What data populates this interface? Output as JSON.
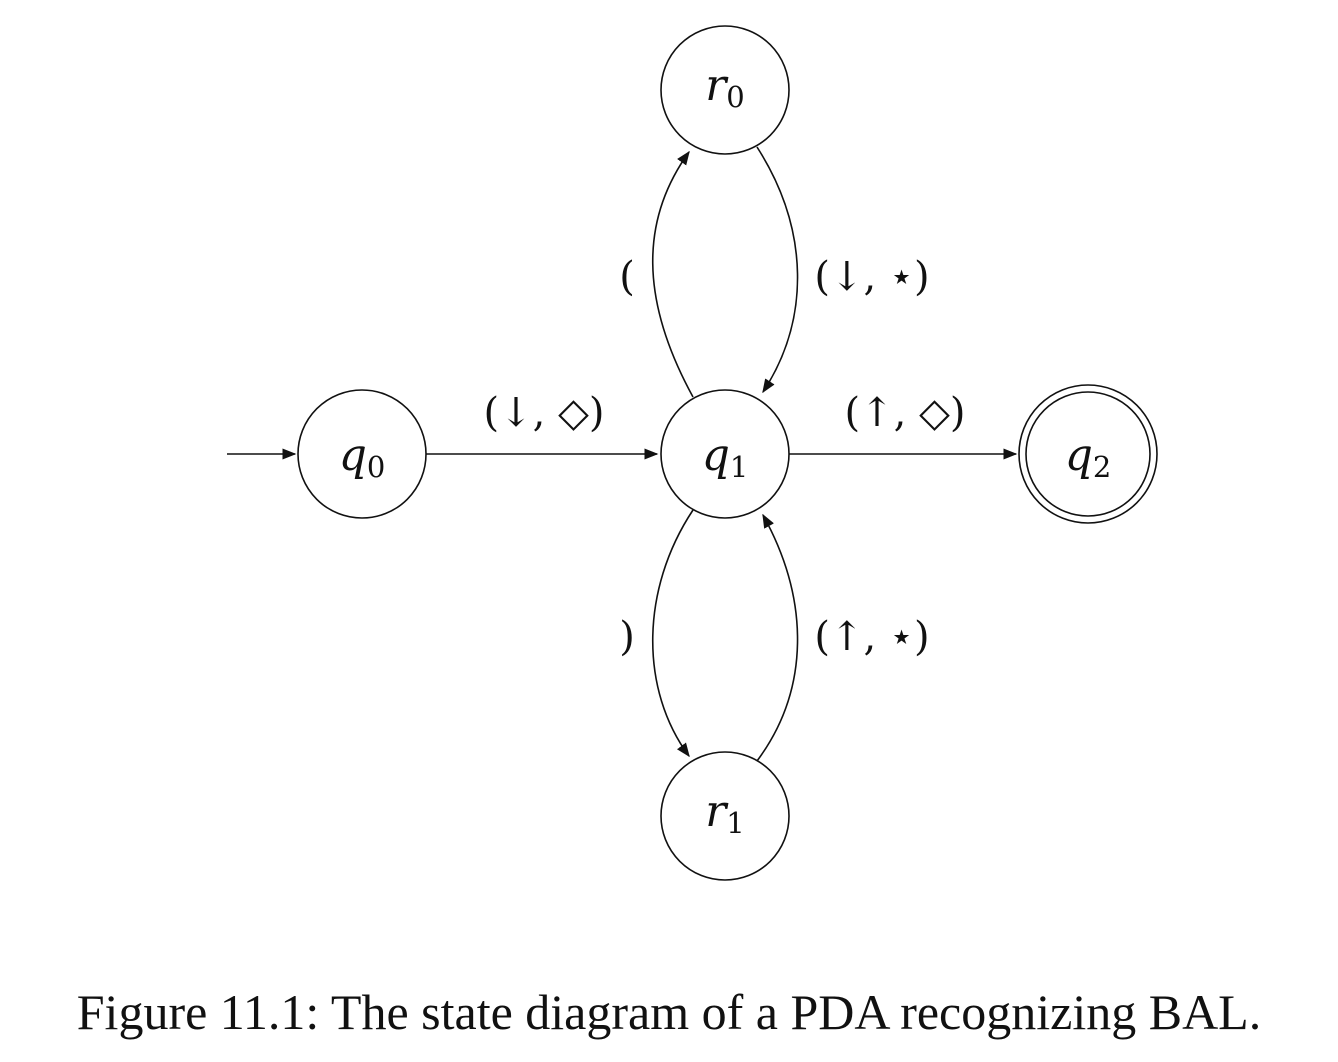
{
  "states": {
    "q0": {
      "base": "q",
      "sub": "0",
      "accepting": false,
      "initial": true
    },
    "q1": {
      "base": "q",
      "sub": "1",
      "accepting": false,
      "initial": false
    },
    "q2": {
      "base": "q",
      "sub": "2",
      "accepting": true,
      "initial": false
    },
    "r0": {
      "base": "r",
      "sub": "0",
      "accepting": false,
      "initial": false
    },
    "r1": {
      "base": "r",
      "sub": "1",
      "accepting": false,
      "initial": false
    }
  },
  "transitions": [
    {
      "from": "q0",
      "to": "q1",
      "label": "(↓, ◇)"
    },
    {
      "from": "q1",
      "to": "q2",
      "label": "(↑, ◇)"
    },
    {
      "from": "q1",
      "to": "r0",
      "label": "("
    },
    {
      "from": "r0",
      "to": "q1",
      "label": "(↓, ⋆)"
    },
    {
      "from": "q1",
      "to": "r1",
      "label": ")"
    },
    {
      "from": "r1",
      "to": "q1",
      "label": "(↑, ⋆)"
    }
  ],
  "caption": "Figure 11.1: The state diagram of a PDA recognizing BAL."
}
